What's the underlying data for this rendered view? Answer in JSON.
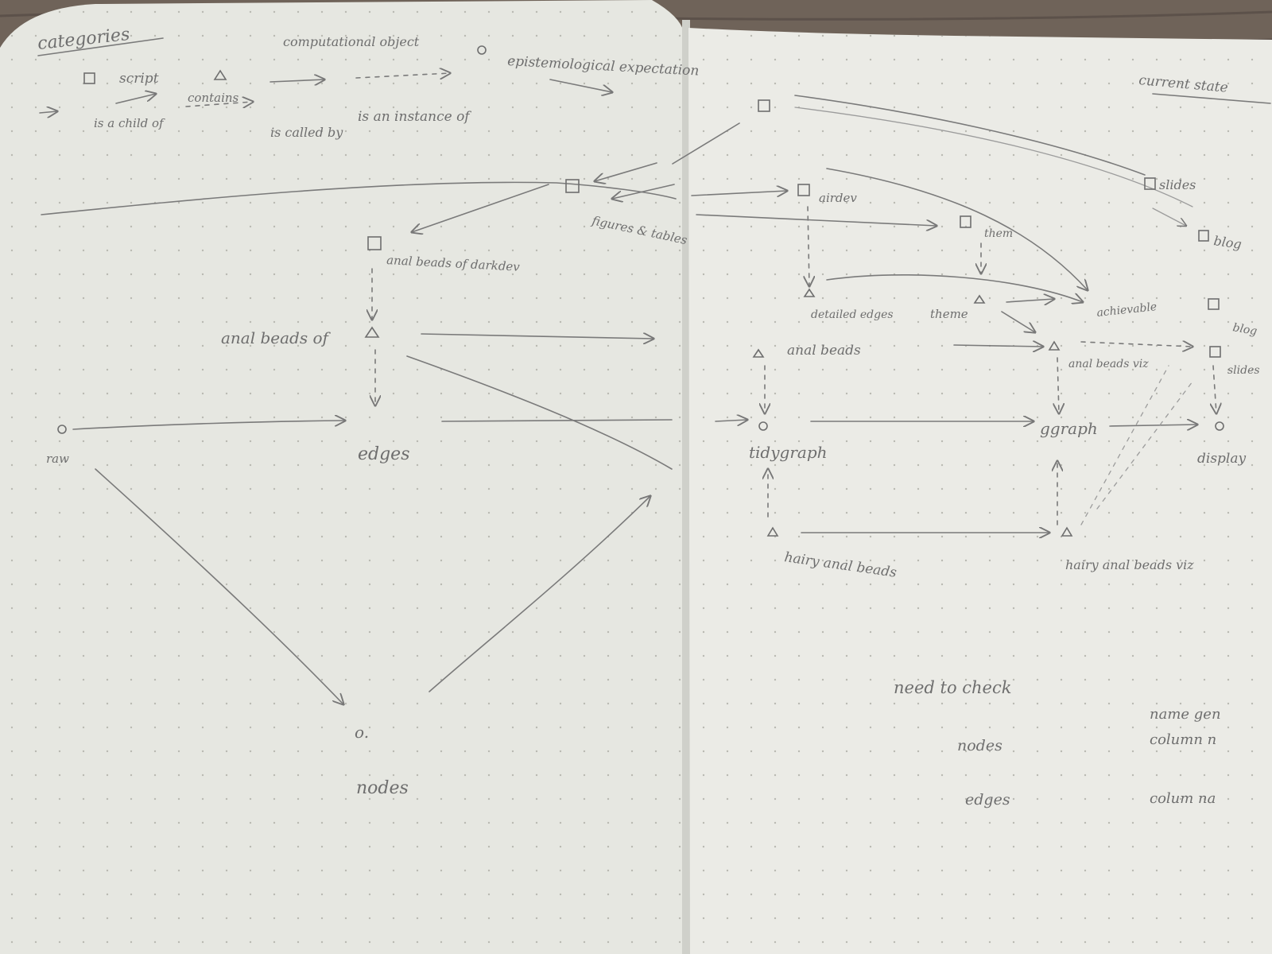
{
  "left_page": {
    "legend": {
      "title": "categories",
      "types": [
        {
          "symbol": "square",
          "label": "script"
        },
        {
          "symbol": "triangle",
          "label": "computational object"
        },
        {
          "symbol": "circle",
          "label": "epistemological expectation"
        }
      ],
      "relations": [
        {
          "line": "solid",
          "label": "is a child of"
        },
        {
          "line": "solid",
          "label": "contains"
        },
        {
          "line": "dashed",
          "label": "is called by"
        },
        {
          "line": "dashed",
          "label": "is an instance of"
        }
      ]
    },
    "nodes": {
      "figures_tables": "figures & tables",
      "anal_beads_of_darkdev": "anal beads of darkdev",
      "anal_beads_of": "anal beads of",
      "edges": "edges",
      "raw": "raw",
      "nodes_circle": "o.",
      "nodes": "nodes"
    }
  },
  "right_page": {
    "header": "current state",
    "nodes": {
      "airdev": "airdev",
      "them": "them",
      "slides_top": "slides",
      "blog_top": "blog",
      "detailed_edges": "detailed edges",
      "theme": "theme",
      "anal_beads": "anal beads",
      "achievable": "achievable",
      "blog_right": "blog",
      "slides_right": "slides",
      "anal_beads_viz": "anal beads viz",
      "tidygraph": "tidygraph",
      "ggraph": "ggraph",
      "display": "display",
      "hairy_anal_beads": "hairy anal beads",
      "hairy_anal_beads_viz": "hairy anal beads viz"
    },
    "notes": {
      "heading": "need to check",
      "items": [
        "nodes",
        "edges"
      ],
      "side_items": [
        "name gen",
        "column n",
        "colum na"
      ]
    }
  }
}
